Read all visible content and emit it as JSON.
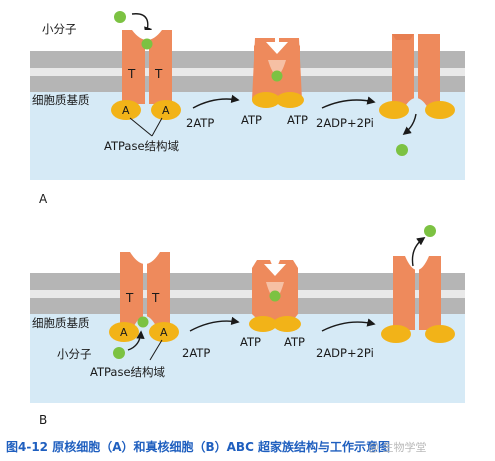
{
  "colors": {
    "protein": "#ee8a5c",
    "protein_dark": "#d9683a",
    "atpase": "#f2b318",
    "molecule": "#7cc242",
    "membrane_band": "#b5b5b5",
    "membrane_inner": "#e9e9e9",
    "cytoplasm": "#d6eaf6",
    "caption": "#1f5fbf"
  },
  "labels": {
    "small_molecule": "小分子",
    "cytoplasm_matrix": "细胞质基质",
    "atpase_domain": "ATPase结构域",
    "two_atp": "2ATP",
    "atp": "ATP",
    "two_adp_pi": "2ADP+2Pi",
    "transmembrane_letter": "T",
    "atpase_letter": "A"
  },
  "panels": {
    "a": "A",
    "b": "B"
  },
  "caption": "图4-12 原核细胞（A）和真核细胞（B）ABC 超家族结构与工作示意图",
  "watermark": "@ 生物学堂"
}
